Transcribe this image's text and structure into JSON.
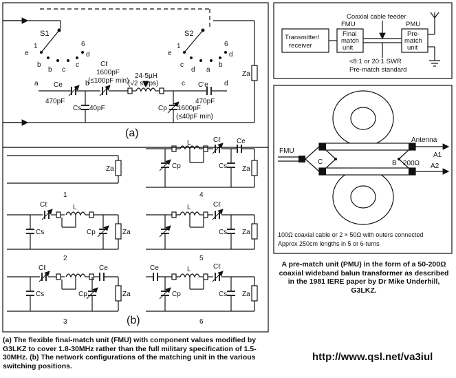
{
  "panel_a": {
    "s1": "S1",
    "s2": "S2",
    "s1_contacts": [
      "1",
      "6",
      "e",
      "b",
      "b",
      "c",
      "c",
      "d"
    ],
    "s2_contacts": [
      "1",
      "6",
      "e",
      "c",
      "d",
      "a",
      "b",
      "d"
    ],
    "nodes": [
      "a",
      "b",
      "c",
      "d"
    ],
    "ce": "Ce",
    "ce_val": "470pF",
    "cl": "Cℓ",
    "cl_val1": "1600pF",
    "cl_val2": "(≤100pF min)",
    "ind_val": "24·5µH",
    "ind_steps": "(√2 steps)",
    "cs": "Cs",
    "cs_val": "40pF",
    "cp": "Cp",
    "cp_val1": "1600pF",
    "cp_val2": "(≤40pF min)",
    "cprime_e": "C'e",
    "cprime_val": "470pF",
    "za": "Za",
    "label": "(a)"
  },
  "panel_b": {
    "label": "(b)",
    "nets": [
      "1",
      "2",
      "3",
      "4",
      "5",
      "6"
    ],
    "za": "Za",
    "cs": "Cs",
    "cp": "Cp",
    "cl": "Cℓ",
    "ce": "Ce",
    "l": "L"
  },
  "block": {
    "feeder": "Coaxial cable feeder",
    "tx1": "Transmitter/",
    "tx2": "receiver",
    "fmu": "FMU",
    "fmu_box1": "Final",
    "fmu_box2": "match",
    "fmu_box3": "unit",
    "pmu": "PMU",
    "pmu_box1": "Pre-",
    "pmu_box2": "match",
    "pmu_box3": "unit",
    "swr": "<8:1 or 20:1 SWR",
    "std": "Pre-match standard"
  },
  "balun": {
    "fmu": "FMU",
    "antenna": "Antenna",
    "a1": "A1",
    "a2": "A2",
    "c": "C",
    "b": "B",
    "ohm": "200Ω",
    "note1": "100Ω coaxial cable or 2 × 50Ω with outers connected",
    "note2": "Approx  250cm lengths in 5 or 6-turns"
  },
  "caption_right": "A pre-match unit (PMU) in the form of a 50-200Ω coaxial wideband balun transformer as described in the 1981 IERE paper by Dr Mike Underhill, G3LKZ.",
  "caption_left": "(a) The flexible final-match unit (FMU) with component values modified by G3LKZ to cover 1.8-30MHz rather than the full military specification of 1.5-30MHz. (b) The network configurations of the matching unit in the various switching positions.",
  "url": "http://www.qsl.net/va3iul"
}
